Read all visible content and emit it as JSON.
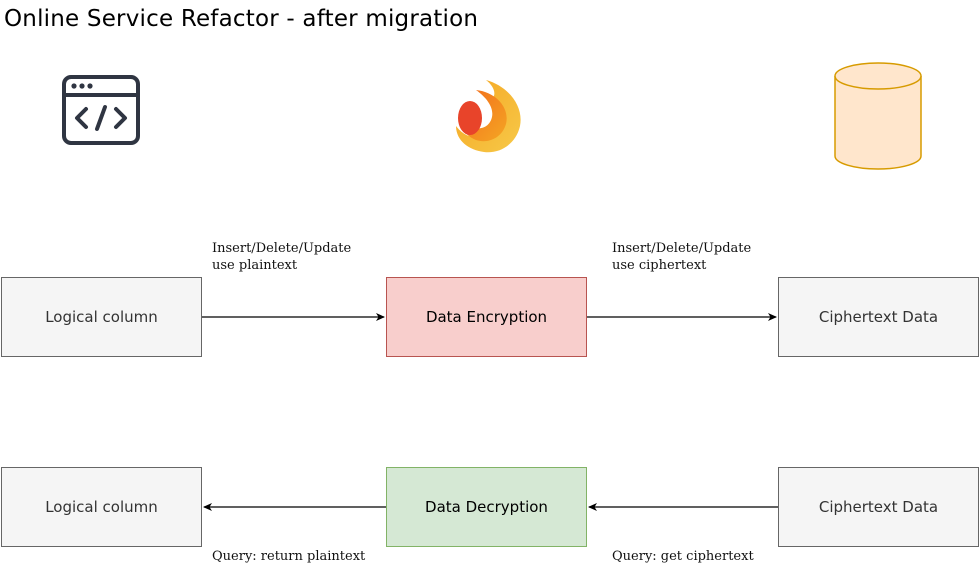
{
  "diagram": {
    "title": "Online Service Refactor - after migration",
    "icons": {
      "app": "code-window-icon",
      "middleware": "flame-logo-icon",
      "database": "database-cylinder-icon"
    },
    "colors": {
      "encryption_fill": "#f8cecc",
      "encryption_stroke": "#b85450",
      "decryption_fill": "#d5e8d4",
      "decryption_stroke": "#82b366",
      "plain_fill": "#f5f5f5",
      "plain_stroke": "#666666",
      "database_fill": "#ffe6cc",
      "database_stroke": "#d79b00"
    },
    "write_flow": {
      "source": "Logical column",
      "middle": "Data Encryption",
      "target": "Ciphertext Data",
      "label_left_line1": "Insert/Delete/Update",
      "label_left_line2": "use plaintext",
      "label_right_line1": "Insert/Delete/Update",
      "label_right_line2": "use ciphertext"
    },
    "read_flow": {
      "source": "Ciphertext Data",
      "middle": "Data Decryption",
      "target": "Logical column",
      "label_left": "Query: return plaintext",
      "label_right": "Query: get ciphertext"
    }
  }
}
